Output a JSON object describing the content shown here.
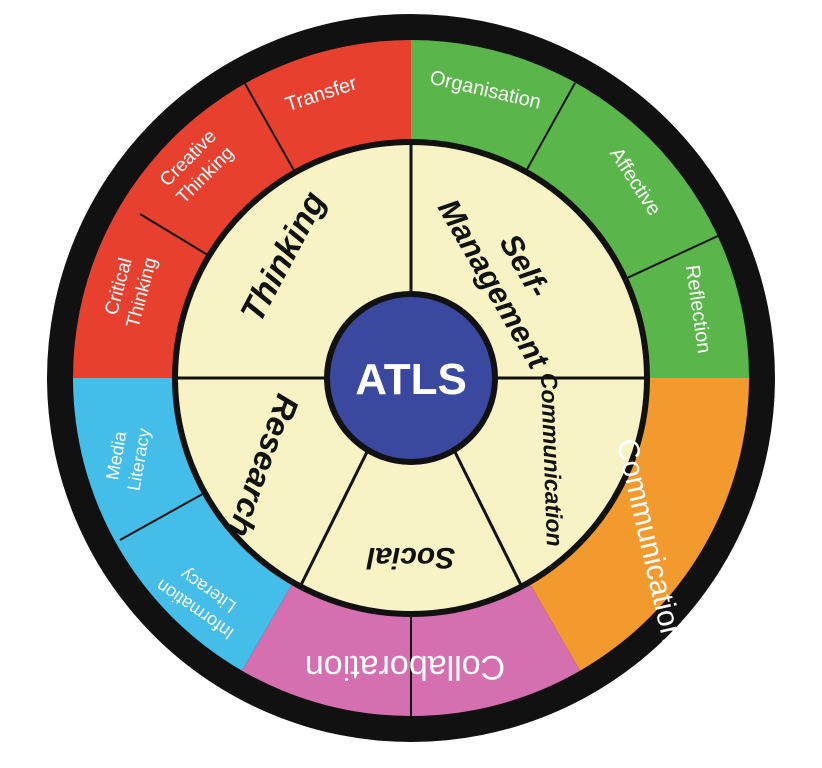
{
  "center": {
    "label": "ATLS",
    "color": "#3a48a0"
  },
  "colors": {
    "thinking": "#e8402f",
    "self_management": "#5ab64a",
    "communication": "#f39a2e",
    "collaboration": "#d66fb0",
    "research": "#44bde8",
    "inner_fill": "#f7f3c4",
    "ring": "#111111"
  },
  "outer": {
    "critical_thinking": {
      "line1": "Critical",
      "line2": "Thinking"
    },
    "creative_thinking": {
      "line1": "Creative",
      "line2": "Thinking"
    },
    "transfer": "Transfer",
    "organisation": "Organisation",
    "affective": "Affective",
    "reflection": "Reflection",
    "communication": "Communication",
    "collaboration": "Collaboration",
    "information_literacy": {
      "line1": "Information",
      "line2": "Literacy"
    },
    "media_literacy": {
      "line1": "Media",
      "line2": "Literacy"
    }
  },
  "inner": {
    "thinking": "Thinking",
    "self_management": {
      "line1": "Self-",
      "line2": "Management"
    },
    "communication": "Communication",
    "social": "Social",
    "research": "Research"
  }
}
